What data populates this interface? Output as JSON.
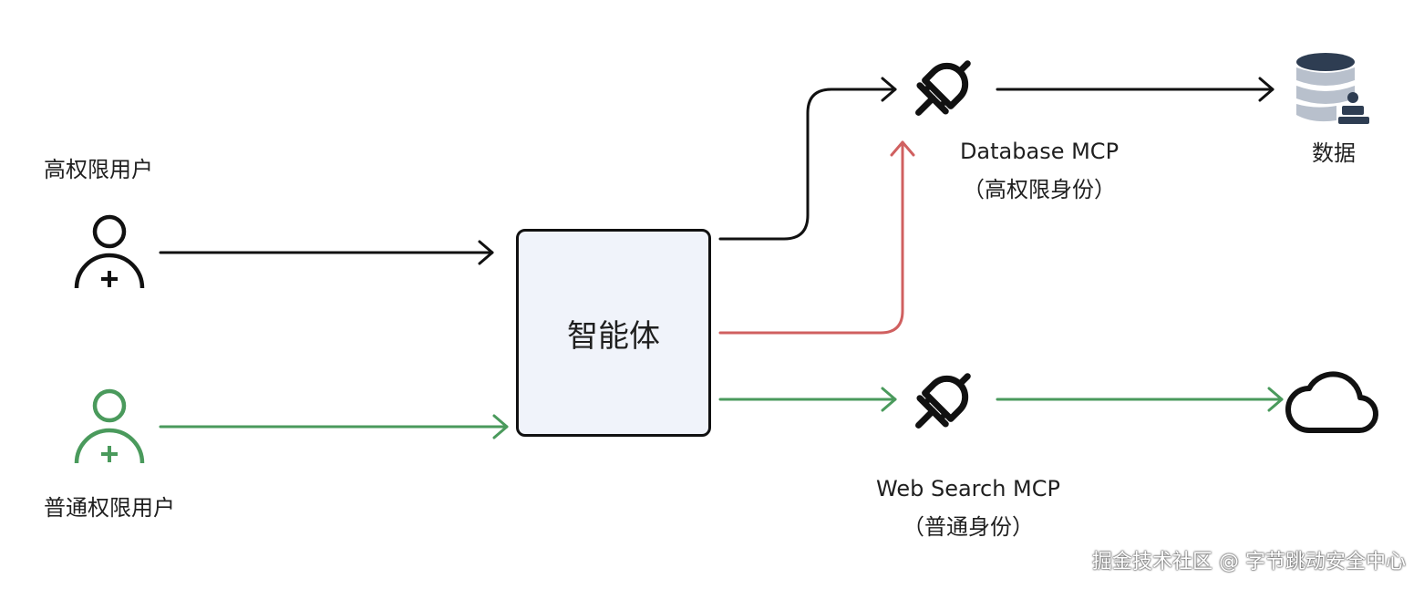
{
  "users": {
    "high": {
      "label": "高权限用户",
      "color": "#111111"
    },
    "normal": {
      "label": "普通权限用户",
      "color": "#4a9a5c"
    }
  },
  "agent": {
    "label": "智能体"
  },
  "mcp": {
    "database": {
      "name": "Database MCP",
      "identity": "（高权限身份）"
    },
    "web": {
      "name": "Web Search MCP",
      "identity": "（普通身份）"
    }
  },
  "targets": {
    "data": {
      "label": "数据"
    }
  },
  "colors": {
    "high_path": "#111111",
    "normal_path": "#4a9a5c",
    "escalation_path": "#d06060"
  },
  "watermark": "掘金技术社区 @ 字节跳动安全中心"
}
